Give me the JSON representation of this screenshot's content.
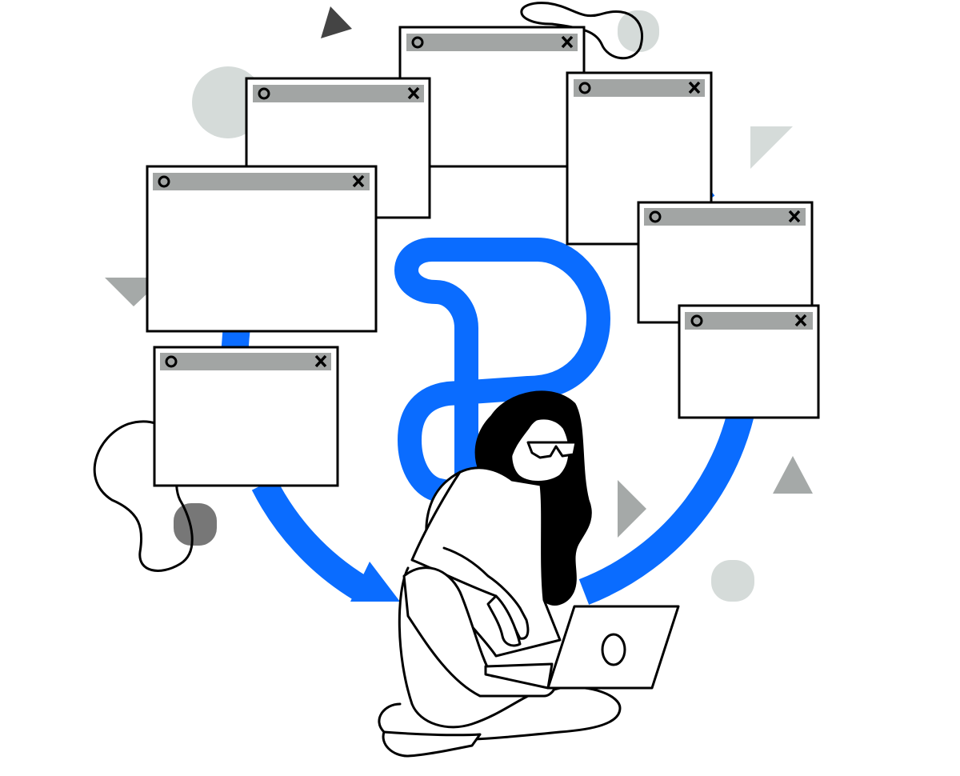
{
  "colors": {
    "accent_blue": "#0a6cff",
    "titlebar_gray": "#a2a5a4",
    "light_gray": "#d5dbd9",
    "mid_gray": "#a5a9a8",
    "dark_gray": "#444444",
    "blob_dark": "#777777",
    "ink": "#000000",
    "paper": "#ffffff"
  },
  "icons": {
    "window_open": "circle-icon",
    "window_close": "close-icon",
    "logo": "blue-outline-logo",
    "cycle": "circular-arrows"
  },
  "illustration": {
    "windows_count": 7,
    "subject": "person-with-laptop"
  }
}
